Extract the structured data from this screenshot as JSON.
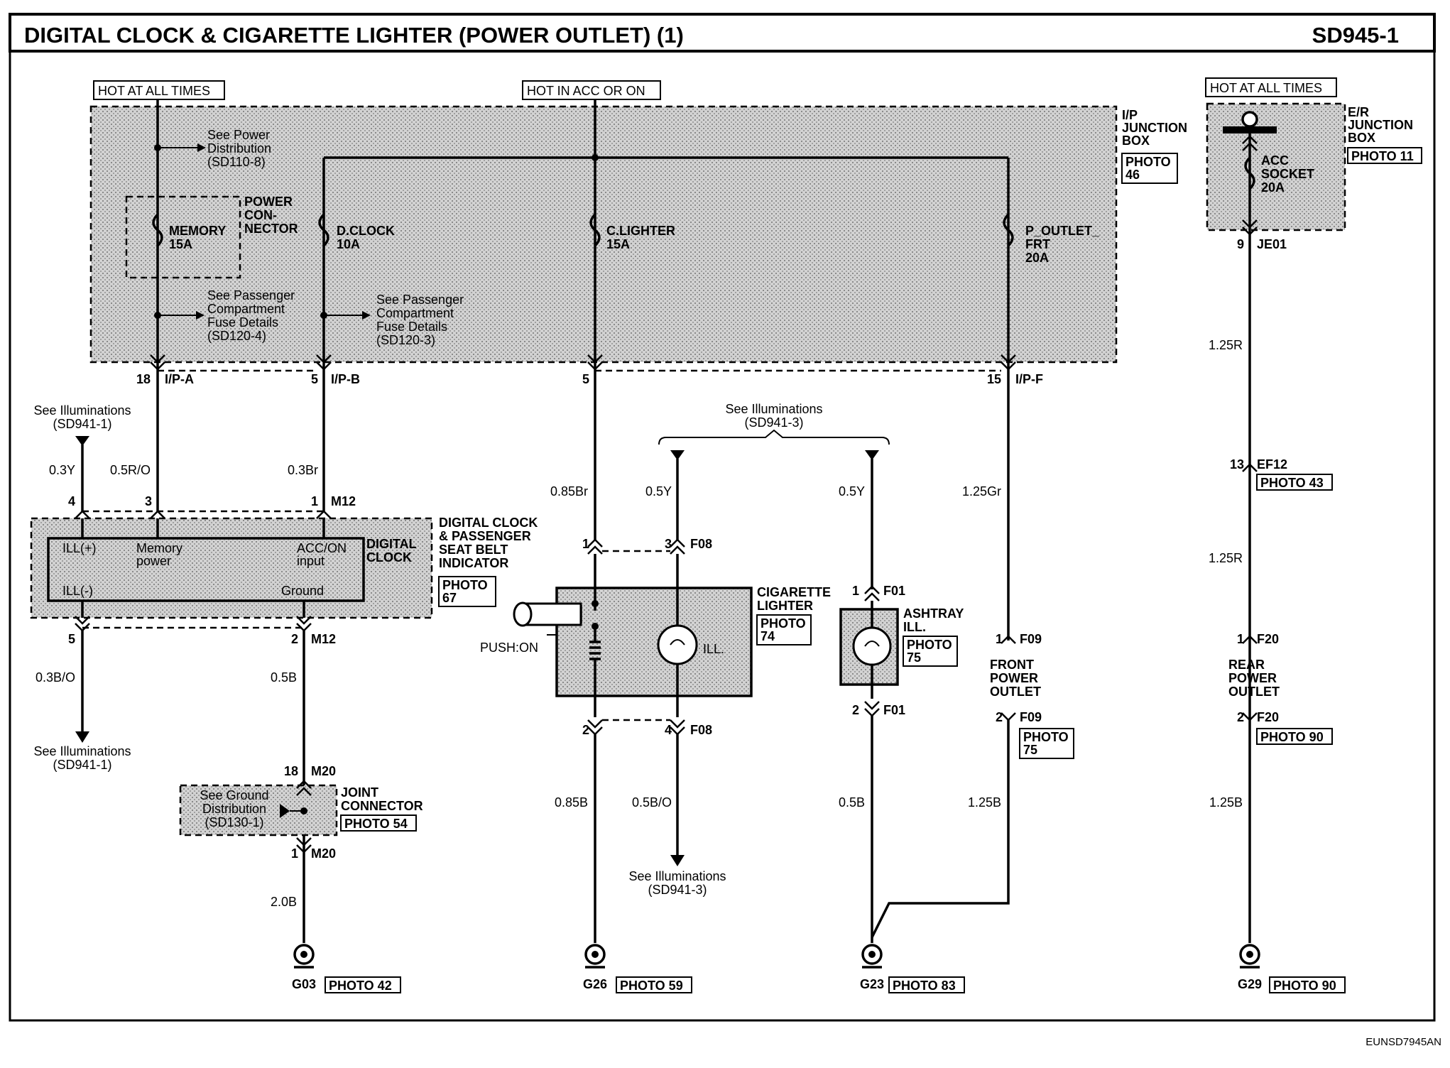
{
  "header": {
    "title": "DIGITAL CLOCK & CIGARETTE LIGHTER (POWER OUTLET) (1)",
    "code": "SD945-1"
  },
  "power_labels": {
    "hot_at_all_times": "HOT AT ALL TIMES",
    "hot_in_acc": "HOT IN ACC OR ON",
    "hot_at_all_times_er": "HOT AT ALL TIMES"
  },
  "ip_junction": {
    "line1": "I/P",
    "line2": "JUNCTION",
    "line3": "BOX",
    "photo1": "PHOTO",
    "photo2": "46"
  },
  "er_junction": {
    "line1": "E/R",
    "line2": "JUNCTION",
    "line3": "BOX",
    "photo": "PHOTO 11"
  },
  "refs": {
    "power_dist": [
      "See Power",
      "Distribution",
      "(SD110-8)"
    ],
    "pass_fuse_4": [
      "See Passenger",
      "Compartment",
      "Fuse Details",
      "(SD120-4)"
    ],
    "pass_fuse_3": [
      "See Passenger",
      "Compartment",
      "Fuse Details",
      "(SD120-3)"
    ],
    "illum_1_top": [
      "See Illuminations",
      "(SD941-1)"
    ],
    "illum_1_bot": [
      "See Illuminations",
      "(SD941-1)"
    ],
    "illum_3_top": [
      "See Illuminations",
      "(SD941-3)"
    ],
    "illum_3_bot": [
      "See Illuminations",
      "(SD941-3)"
    ],
    "ground_dist": [
      "See Ground",
      "Distribution",
      "(SD130-1)"
    ]
  },
  "power_connector": [
    "POWER",
    "CON-",
    "NECTOR"
  ],
  "fuses": {
    "memory": [
      "MEMORY",
      "15A"
    ],
    "dclock": [
      "D.CLOCK",
      "10A"
    ],
    "clighter": [
      "C.LIGHTER",
      "15A"
    ],
    "poutlet": [
      "P_OUTLET_",
      "FRT",
      "20A"
    ],
    "acc_socket": [
      "ACC",
      "SOCKET",
      "20A"
    ]
  },
  "pins": {
    "ipa_num": "18",
    "ipa": "I/P-A",
    "ipb_num": "5",
    "ipb": "I/P-B",
    "ip5_num": "5",
    "ipf_num": "15",
    "ipf": "I/P-F",
    "je01_num": "9",
    "je01": "JE01",
    "m12_4": "4",
    "m12_3": "3",
    "m12_1": "1",
    "m12": "M12",
    "m12_5": "5",
    "m12_2": "2",
    "m12b": "M12",
    "m20_18": "18",
    "m20": "M20",
    "m20_1": "1",
    "m20b": "M20",
    "f08_1": "1",
    "f08_3": "3",
    "f08": "F08",
    "f08_2": "2",
    "f08_4": "4",
    "f08b": "F08",
    "f01_1": "1",
    "f01": "F01",
    "f01_2": "2",
    "f01b": "F01",
    "f09_1": "1",
    "f09": "F09",
    "f09_2": "2",
    "f09b": "F09",
    "ef12_13": "13",
    "ef12": "EF12",
    "f20_1": "1",
    "f20": "F20",
    "f20_2": "2",
    "f20b": "F20"
  },
  "wires": {
    "w03y": "0.3Y",
    "w05ro": "0.5R/O",
    "w03br": "0.3Br",
    "w03bo": "0.3B/O",
    "w05b_a": "0.5B",
    "w20b": "2.0B",
    "w085br": "0.85Br",
    "w05y_a": "0.5Y",
    "w05y_b": "0.5Y",
    "w125gr": "1.25Gr",
    "w125r_a": "1.25R",
    "w125r_b": "1.25R",
    "w085b": "0.85B",
    "w05bo": "0.5B/O",
    "w05b_b": "0.5B",
    "w125b_a": "1.25B",
    "w125b_b": "1.25B"
  },
  "digital_clock": {
    "terminals": [
      "ILL(+)",
      "Memory",
      "power",
      "ACC/ON",
      "input",
      "ILL(-)",
      "Ground"
    ],
    "name": [
      "DIGITAL",
      "CLOCK"
    ],
    "desc": [
      "DIGITAL CLOCK",
      "& PASSENGER",
      "SEAT BELT",
      "INDICATOR"
    ],
    "photo1": "PHOTO",
    "photo2": "67"
  },
  "cigarette_lighter": {
    "name": [
      "CIGARETTE",
      "LIGHTER"
    ],
    "photo1": "PHOTO",
    "photo2": "74",
    "push": "PUSH:ON",
    "ill": "ILL."
  },
  "ashtray": {
    "name": [
      "ASHTRAY",
      "ILL."
    ],
    "photo1": "PHOTO",
    "photo2": "75"
  },
  "front_outlet": {
    "name": [
      "FRONT",
      "POWER",
      "OUTLET"
    ],
    "photo1": "PHOTO",
    "photo2": "75"
  },
  "rear_outlet": {
    "name": [
      "REAR",
      "POWER",
      "OUTLET"
    ],
    "photo": "PHOTO 90"
  },
  "joint_connector": {
    "name": [
      "JOINT",
      "CONNECTOR"
    ],
    "photo": "PHOTO 54"
  },
  "ef12_photo": "PHOTO 43",
  "grounds": {
    "g03": "G03",
    "g03_photo": "PHOTO 42",
    "g26": "G26",
    "g26_photo": "PHOTO 59",
    "g23": "G23",
    "g23_photo": "PHOTO 83",
    "g29": "G29",
    "g29_photo": "PHOTO 90"
  },
  "footer_code": "EUNSD7945AN"
}
